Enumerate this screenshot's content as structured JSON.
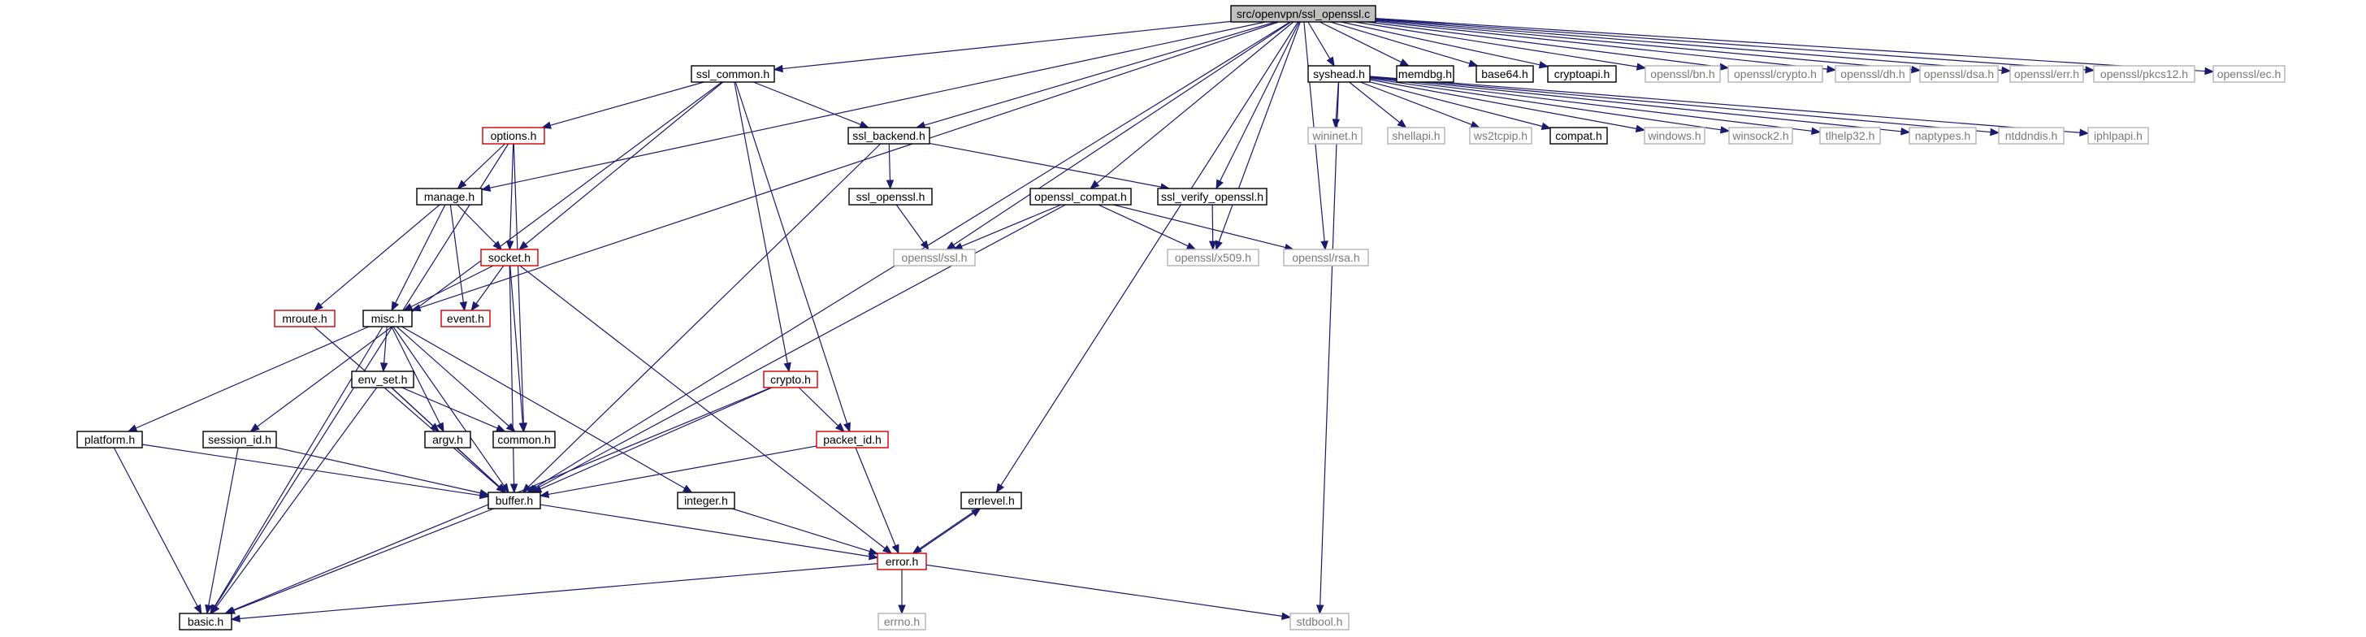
{
  "diagram": {
    "colors": {
      "background": "#ffffff",
      "edge": "#1a1a6e",
      "node_border_local": "#000000",
      "node_border_incomplete": "#cc0000",
      "node_border_external": "#b3b3b3",
      "node_fill_root": "#bfbfbf",
      "text_external": "#7a7a7a",
      "text_default": "#000000"
    },
    "nodes": [
      {
        "id": "ssl_openssl_c",
        "label": "src/openvpn/ssl_openssl.c",
        "kind": "root"
      },
      {
        "id": "ssl_common",
        "label": "ssl_common.h",
        "kind": "local"
      },
      {
        "id": "syshead",
        "label": "syshead.h",
        "kind": "local"
      },
      {
        "id": "memdbg",
        "label": "memdbg.h",
        "kind": "local"
      },
      {
        "id": "base64",
        "label": "base64.h",
        "kind": "local"
      },
      {
        "id": "cryptoapi",
        "label": "cryptoapi.h",
        "kind": "local"
      },
      {
        "id": "ossl_bn",
        "label": "openssl/bn.h",
        "kind": "external"
      },
      {
        "id": "ossl_crypto",
        "label": "openssl/crypto.h",
        "kind": "external"
      },
      {
        "id": "ossl_dh",
        "label": "openssl/dh.h",
        "kind": "external"
      },
      {
        "id": "ossl_dsa",
        "label": "openssl/dsa.h",
        "kind": "external"
      },
      {
        "id": "ossl_err",
        "label": "openssl/err.h",
        "kind": "external"
      },
      {
        "id": "ossl_pkcs12",
        "label": "openssl/pkcs12.h",
        "kind": "external"
      },
      {
        "id": "ossl_ec",
        "label": "openssl/ec.h",
        "kind": "external"
      },
      {
        "id": "options",
        "label": "options.h",
        "kind": "incomplete"
      },
      {
        "id": "ssl_backend",
        "label": "ssl_backend.h",
        "kind": "local"
      },
      {
        "id": "manage",
        "label": "manage.h",
        "kind": "local"
      },
      {
        "id": "ssl_ossl_h",
        "label": "ssl_openssl.h",
        "kind": "local"
      },
      {
        "id": "openssl_compat",
        "label": "openssl_compat.h",
        "kind": "local"
      },
      {
        "id": "ssl_verify_openssl",
        "label": "ssl_verify_openssl.h",
        "kind": "local"
      },
      {
        "id": "ossl_ssl",
        "label": "openssl/ssl.h",
        "kind": "external"
      },
      {
        "id": "ossl_x509",
        "label": "openssl/x509.h",
        "kind": "external"
      },
      {
        "id": "ossl_rsa",
        "label": "openssl/rsa.h",
        "kind": "external"
      },
      {
        "id": "wininet",
        "label": "wininet.h",
        "kind": "external"
      },
      {
        "id": "shellapi",
        "label": "shellapi.h",
        "kind": "external"
      },
      {
        "id": "ws2tcpip",
        "label": "ws2tcpip.h",
        "kind": "external"
      },
      {
        "id": "compat",
        "label": "compat.h",
        "kind": "local"
      },
      {
        "id": "windows",
        "label": "windows.h",
        "kind": "external"
      },
      {
        "id": "winsock2",
        "label": "winsock2.h",
        "kind": "external"
      },
      {
        "id": "tlhelp32",
        "label": "tlhelp32.h",
        "kind": "external"
      },
      {
        "id": "naptypes",
        "label": "naptypes.h",
        "kind": "external"
      },
      {
        "id": "ntddndis",
        "label": "ntddndis.h",
        "kind": "external"
      },
      {
        "id": "iphlpapi",
        "label": "iphlpapi.h",
        "kind": "external"
      },
      {
        "id": "socket",
        "label": "socket.h",
        "kind": "incomplete"
      },
      {
        "id": "mroute",
        "label": "mroute.h",
        "kind": "incomplete"
      },
      {
        "id": "misc",
        "label": "misc.h",
        "kind": "local"
      },
      {
        "id": "event",
        "label": "event.h",
        "kind": "incomplete"
      },
      {
        "id": "env_set",
        "label": "env_set.h",
        "kind": "local"
      },
      {
        "id": "crypto",
        "label": "crypto.h",
        "kind": "incomplete"
      },
      {
        "id": "platform",
        "label": "platform.h",
        "kind": "local"
      },
      {
        "id": "session_id",
        "label": "session_id.h",
        "kind": "local"
      },
      {
        "id": "argv",
        "label": "argv.h",
        "kind": "local"
      },
      {
        "id": "common",
        "label": "common.h",
        "kind": "local"
      },
      {
        "id": "packet_id",
        "label": "packet_id.h",
        "kind": "incomplete"
      },
      {
        "id": "buffer",
        "label": "buffer.h",
        "kind": "local"
      },
      {
        "id": "integer",
        "label": "integer.h",
        "kind": "local"
      },
      {
        "id": "errlevel",
        "label": "errlevel.h",
        "kind": "local"
      },
      {
        "id": "error",
        "label": "error.h",
        "kind": "incomplete"
      },
      {
        "id": "basic",
        "label": "basic.h",
        "kind": "local"
      },
      {
        "id": "errno",
        "label": "errno.h",
        "kind": "external"
      },
      {
        "id": "stdbool",
        "label": "stdbool.h",
        "kind": "external"
      }
    ],
    "edges": [
      [
        "ssl_openssl_c",
        "ssl_common"
      ],
      [
        "ssl_openssl_c",
        "syshead"
      ],
      [
        "ssl_openssl_c",
        "memdbg"
      ],
      [
        "ssl_openssl_c",
        "base64"
      ],
      [
        "ssl_openssl_c",
        "cryptoapi"
      ],
      [
        "ssl_openssl_c",
        "ossl_bn"
      ],
      [
        "ssl_openssl_c",
        "ossl_crypto"
      ],
      [
        "ssl_openssl_c",
        "ossl_dh"
      ],
      [
        "ssl_openssl_c",
        "ossl_dsa"
      ],
      [
        "ssl_openssl_c",
        "ossl_err"
      ],
      [
        "ssl_openssl_c",
        "ossl_pkcs12"
      ],
      [
        "ssl_openssl_c",
        "ossl_ec"
      ],
      [
        "ssl_openssl_c",
        "manage"
      ],
      [
        "ssl_openssl_c",
        "misc"
      ],
      [
        "ssl_openssl_c",
        "buffer"
      ],
      [
        "ssl_openssl_c",
        "ssl_backend"
      ],
      [
        "ssl_openssl_c",
        "ossl_ssl"
      ],
      [
        "ssl_openssl_c",
        "errlevel"
      ],
      [
        "ssl_openssl_c",
        "openssl_compat"
      ],
      [
        "ssl_openssl_c",
        "ssl_verify_openssl"
      ],
      [
        "ssl_openssl_c",
        "ossl_x509"
      ],
      [
        "ssl_openssl_c",
        "ossl_rsa"
      ],
      [
        "ssl_common",
        "options"
      ],
      [
        "ssl_common",
        "ssl_backend"
      ],
      [
        "ssl_common",
        "socket"
      ],
      [
        "ssl_common",
        "session_id"
      ],
      [
        "ssl_common",
        "crypto"
      ],
      [
        "ssl_common",
        "packet_id"
      ],
      [
        "ssl_backend",
        "ssl_ossl_h"
      ],
      [
        "ssl_backend",
        "ssl_verify_openssl"
      ],
      [
        "ssl_backend",
        "buffer"
      ],
      [
        "ssl_ossl_h",
        "ossl_ssl"
      ],
      [
        "openssl_compat",
        "ossl_ssl"
      ],
      [
        "openssl_compat",
        "ossl_x509"
      ],
      [
        "openssl_compat",
        "ossl_rsa"
      ],
      [
        "openssl_compat",
        "buffer"
      ],
      [
        "ssl_verify_openssl",
        "ossl_x509"
      ],
      [
        "syshead",
        "wininet"
      ],
      [
        "syshead",
        "shellapi"
      ],
      [
        "syshead",
        "ws2tcpip"
      ],
      [
        "syshead",
        "compat"
      ],
      [
        "syshead",
        "windows"
      ],
      [
        "syshead",
        "winsock2"
      ],
      [
        "syshead",
        "tlhelp32"
      ],
      [
        "syshead",
        "naptypes"
      ],
      [
        "syshead",
        "ntddndis"
      ],
      [
        "syshead",
        "iphlpapi"
      ],
      [
        "syshead",
        "stdbool"
      ],
      [
        "options",
        "manage"
      ],
      [
        "options",
        "socket"
      ],
      [
        "options",
        "basic"
      ],
      [
        "options",
        "common"
      ],
      [
        "manage",
        "socket"
      ],
      [
        "manage",
        "mroute"
      ],
      [
        "manage",
        "misc"
      ],
      [
        "manage",
        "event"
      ],
      [
        "socket",
        "misc"
      ],
      [
        "socket",
        "event"
      ],
      [
        "socket",
        "common"
      ],
      [
        "socket",
        "buffer"
      ],
      [
        "socket",
        "error"
      ],
      [
        "mroute",
        "buffer"
      ],
      [
        "misc",
        "env_set"
      ],
      [
        "misc",
        "platform"
      ],
      [
        "misc",
        "argv"
      ],
      [
        "misc",
        "common"
      ],
      [
        "misc",
        "integer"
      ],
      [
        "misc",
        "basic"
      ],
      [
        "misc",
        "buffer"
      ],
      [
        "env_set",
        "argv"
      ],
      [
        "env_set",
        "common"
      ],
      [
        "env_set",
        "buffer"
      ],
      [
        "env_set",
        "basic"
      ],
      [
        "argv",
        "buffer"
      ],
      [
        "platform",
        "buffer"
      ],
      [
        "platform",
        "basic"
      ],
      [
        "session_id",
        "buffer"
      ],
      [
        "session_id",
        "basic"
      ],
      [
        "crypto",
        "packet_id"
      ],
      [
        "crypto",
        "buffer"
      ],
      [
        "crypto",
        "basic"
      ],
      [
        "packet_id",
        "buffer"
      ],
      [
        "packet_id",
        "error"
      ],
      [
        "buffer",
        "basic"
      ],
      [
        "buffer",
        "error"
      ],
      [
        "integer",
        "error"
      ],
      [
        "errlevel",
        "error"
      ],
      [
        "error",
        "errlevel"
      ],
      [
        "error",
        "basic"
      ],
      [
        "error",
        "errno"
      ],
      [
        "error",
        "stdbool"
      ]
    ]
  }
}
